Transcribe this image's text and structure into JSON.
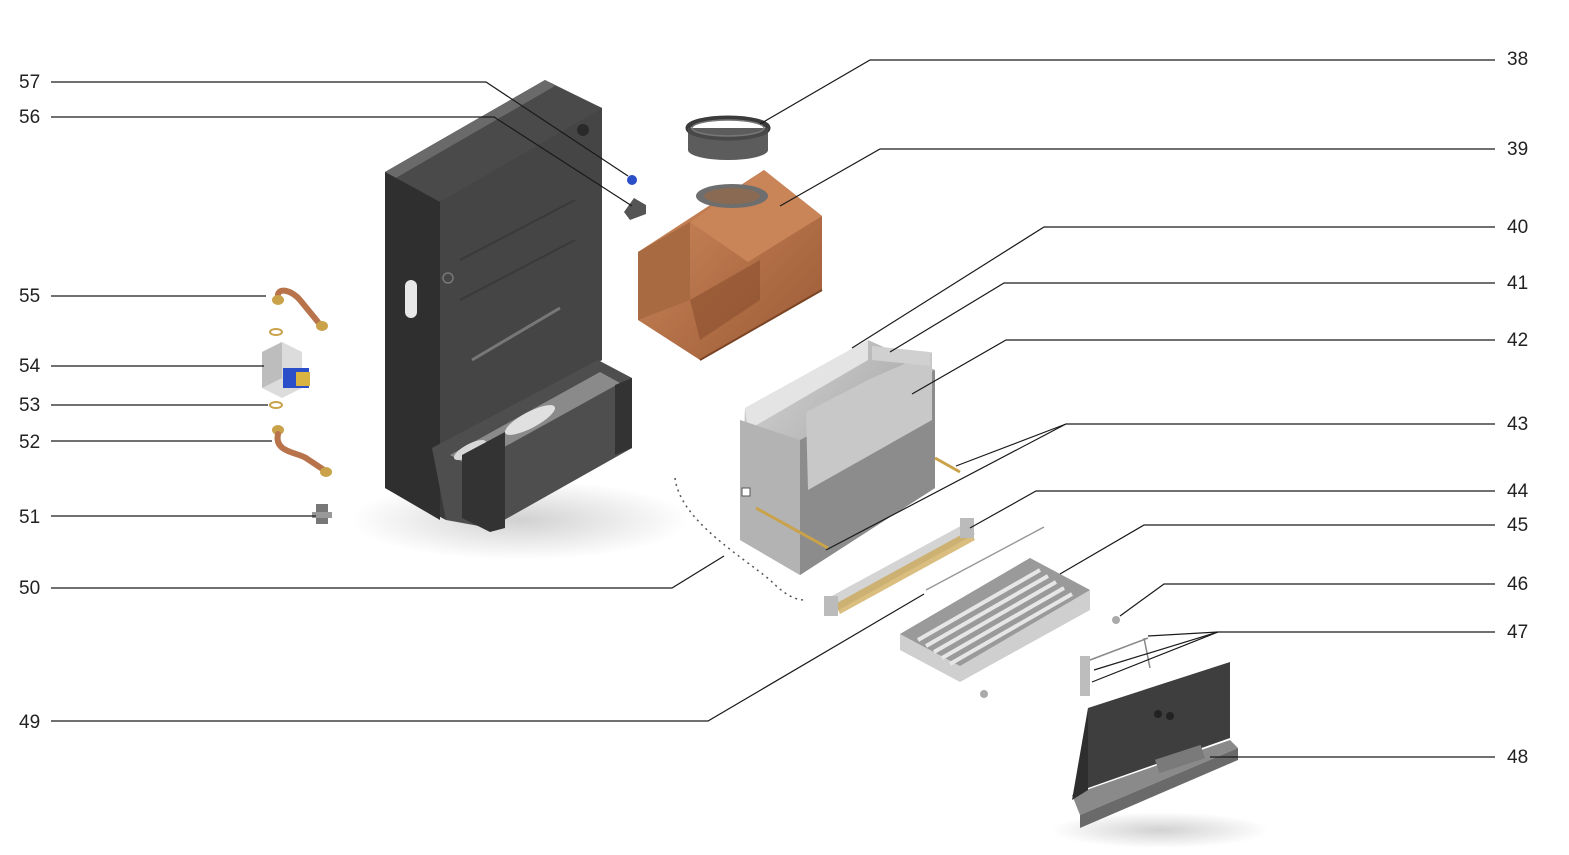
{
  "diagram": {
    "left_labels": [
      "57",
      "56",
      "55",
      "54",
      "53",
      "52",
      "51",
      "50",
      "49"
    ],
    "right_labels": [
      "38",
      "39",
      "40",
      "41",
      "42",
      "43",
      "44",
      "45",
      "46",
      "47",
      "48"
    ]
  },
  "colors": {
    "leader_line": "#1a1a1a",
    "frame_dark": "#3a3a3a",
    "frame_mid": "#555555",
    "copper": "#b8734a",
    "copper_dark": "#8a4e2e",
    "steel": "#a9a9a9",
    "steel_light": "#cfcfcf",
    "brass": "#c9a24a",
    "blue_part": "#2a4fc8"
  }
}
